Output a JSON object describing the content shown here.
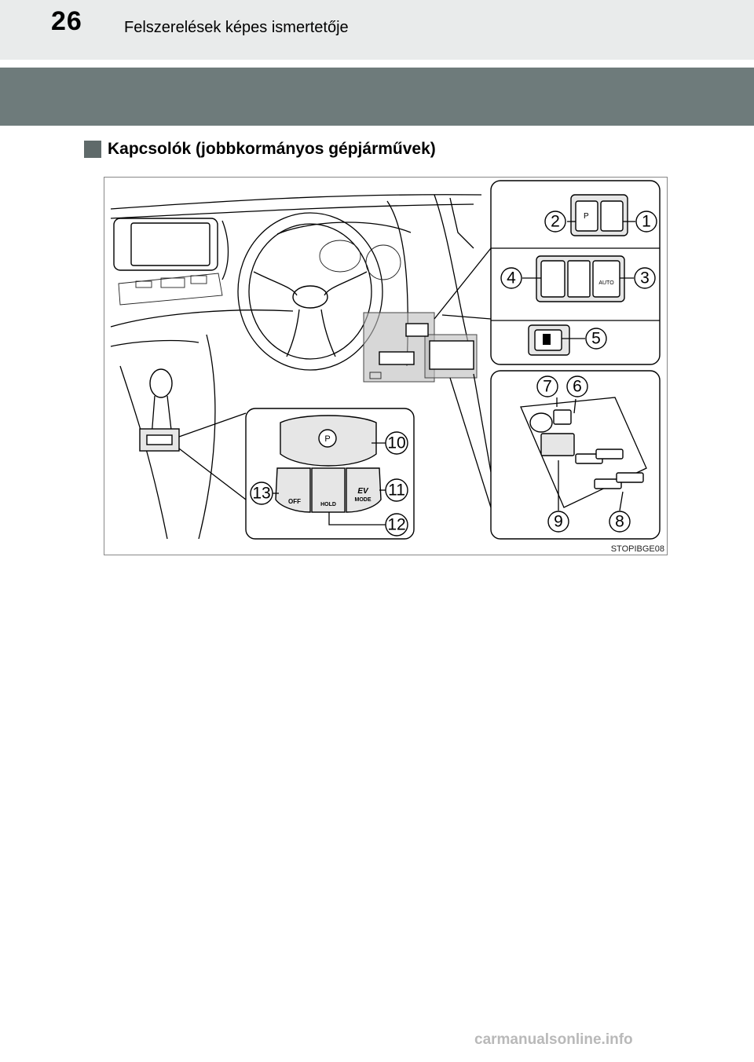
{
  "header": {
    "page_number": "26",
    "running_title": "Felszerelések képes ismertetője"
  },
  "section": {
    "title": "Kapcsolók (jobbkormányos gépjárművek)"
  },
  "figure": {
    "code": "STOPIBGE08",
    "callouts": [
      "1",
      "2",
      "3",
      "4",
      "5",
      "6",
      "7",
      "8",
      "9",
      "10",
      "11",
      "12",
      "13"
    ],
    "button_labels": {
      "vsc_off": "OFF",
      "hold": "HOLD",
      "ev": "EV",
      "mode": "MODE",
      "auto": "AUTO",
      "park": "P"
    }
  },
  "watermark": "carmanualsonline.info"
}
